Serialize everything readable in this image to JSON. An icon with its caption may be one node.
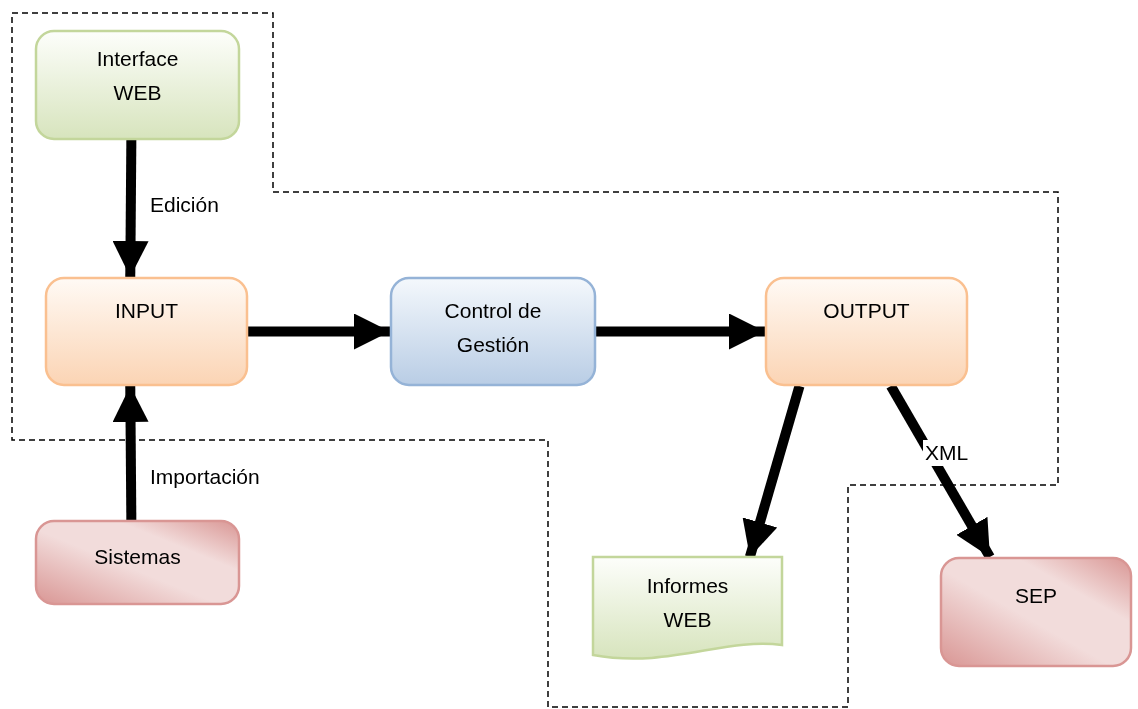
{
  "diagram": {
    "nodes": [
      {
        "text": [
          "Interface WEB"
        ]
      },
      {
        "text": [
          "INPUT"
        ]
      },
      {
        "text": [
          "Control de Gestión"
        ]
      },
      {
        "text": [
          "OUTPUT"
        ]
      },
      {
        "text": [
          "Sistemas"
        ]
      },
      {
        "text": [
          "Informes WEB"
        ]
      },
      {
        "text": [
          "SEP"
        ]
      }
    ],
    "edges": [
      {
        "from": 0,
        "to": 1,
        "arrow": "to",
        "label": "Edición"
      },
      {
        "from": 4,
        "to": 1,
        "arrow": "to",
        "label": "Importación"
      },
      {
        "from": 1,
        "to": 2,
        "arrow": "to"
      },
      {
        "from": 2,
        "to": 3,
        "arrow": "to"
      },
      {
        "from": 3,
        "to": 5,
        "arrow": "to"
      },
      {
        "from": 3,
        "to": 6,
        "arrow": "to",
        "label": "XML"
      }
    ]
  }
}
